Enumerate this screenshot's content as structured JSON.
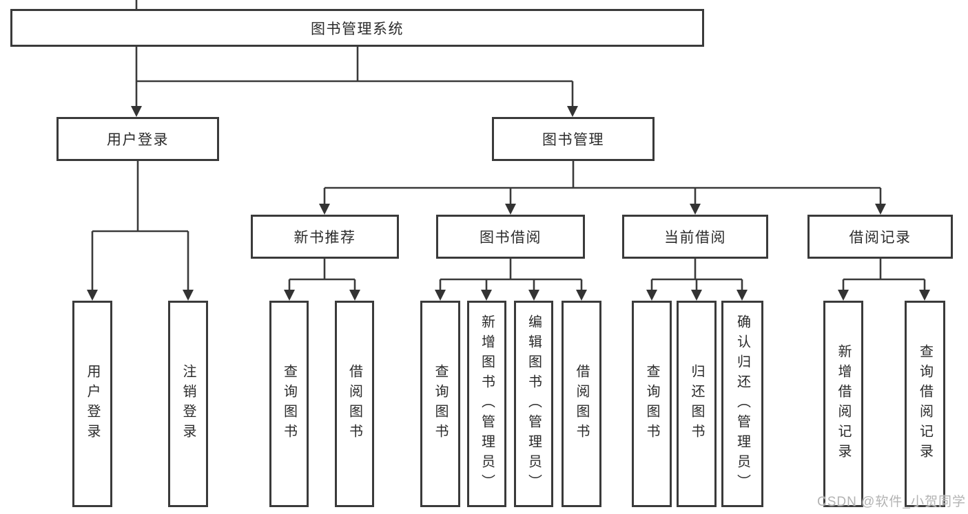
{
  "tree": {
    "root": "图书管理系统",
    "level2": [
      {
        "label": "用户登录",
        "leaves": [
          "用户登录",
          "注销登录"
        ]
      },
      {
        "label": "图书管理",
        "groups": [
          {
            "label": "新书推荐",
            "leaves": [
              "查询图书",
              "借阅图书"
            ]
          },
          {
            "label": "图书借阅",
            "leaves": [
              "查询图书",
              "新增图书（管理员）",
              "编辑图书（管理员）",
              "借阅图书"
            ]
          },
          {
            "label": "当前借阅",
            "leaves": [
              "查询图书",
              "归还图书",
              "确认归还（管理员）"
            ]
          },
          {
            "label": "借阅记录",
            "leaves": [
              "新增借阅记录",
              "查询借阅记录"
            ]
          }
        ]
      }
    ]
  },
  "watermark": {
    "text": "CSDN @软件_小贺同学"
  },
  "colors": {
    "line": "#3a3a3a",
    "box_border": "#3a3a3a",
    "box_fill": "#ffffff",
    "text": "#2b2b2b",
    "watermark": "#b3b3b3",
    "background": "#ffffff"
  }
}
